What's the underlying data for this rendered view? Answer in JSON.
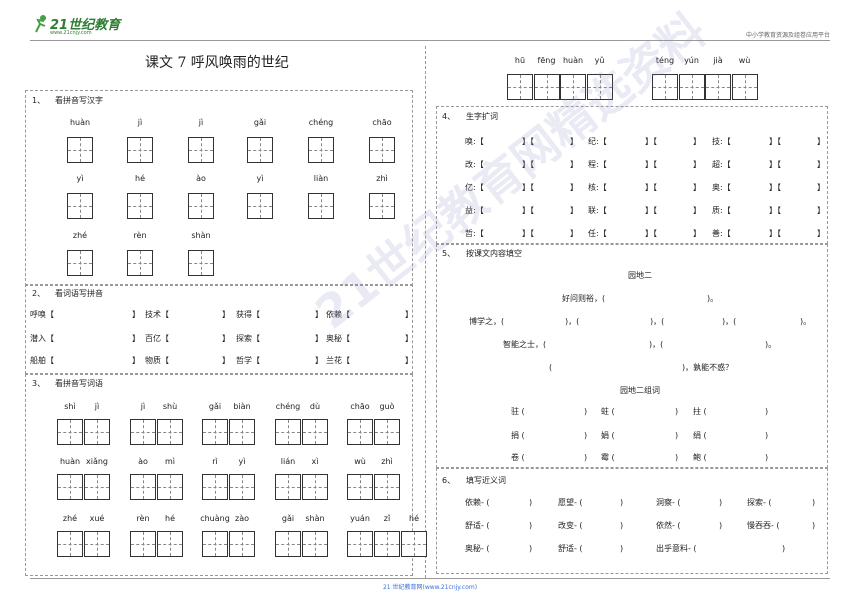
{
  "header": {
    "logo_text": "21世纪教育",
    "logo_url": "www.21cnjy.com",
    "right_text": "中小学教育资源及组卷应用平台"
  },
  "title": "课文 7  呼风唤雨的世纪",
  "s1": {
    "num": "1、",
    "heading": "看拼音写汉字",
    "pinyin": [
      [
        "huàn",
        "jì",
        "jì",
        "gǎi",
        "chéng",
        "chāo"
      ],
      [
        "yì",
        "hé",
        "ào",
        "yì",
        "liàn",
        "zhì"
      ],
      [
        "zhé",
        "rèn",
        "shàn"
      ]
    ]
  },
  "s2": {
    "num": "2、",
    "heading": "看词语写拼音",
    "rows": [
      [
        "呼唤【",
        "】",
        "技术【",
        "】",
        "获得【",
        "】",
        "依赖【",
        "】"
      ],
      [
        "潜入【",
        "】",
        "百亿【",
        "】",
        "探索【",
        "】",
        "奥秘【",
        "】"
      ],
      [
        "船舶【",
        "】",
        "物质【",
        "】",
        "哲学【",
        "】",
        "兰花【",
        "】"
      ]
    ]
  },
  "s3": {
    "num": "3、",
    "heading": "看拼音写词语",
    "pinyin": [
      [
        [
          "shì",
          "jì"
        ],
        [
          "jì",
          "shù"
        ],
        [
          "gǎi",
          "biàn"
        ],
        [
          "chéng",
          "dù"
        ],
        [
          "chāo",
          "guò"
        ]
      ],
      [
        [
          "huàn",
          "xiǎng"
        ],
        [
          "ào",
          "mì"
        ],
        [
          "rì",
          "yì"
        ],
        [
          "lián",
          "xì"
        ],
        [
          "wù",
          "zhì"
        ]
      ],
      [
        [
          "zhé",
          "xué"
        ],
        [
          "rèn",
          "hé"
        ],
        [
          "chuàng",
          "zào"
        ],
        [
          "gǎi",
          "shàn"
        ],
        [
          "yuán",
          "zǐ",
          "hé"
        ]
      ]
    ]
  },
  "top_right": {
    "pinyin": [
      [
        "hū",
        "fēng",
        "huàn",
        "yǔ"
      ],
      [
        "téng",
        "yún",
        "jià",
        "wù"
      ]
    ]
  },
  "s4": {
    "num": "4、",
    "heading": "生字扩词",
    "rows": [
      [
        "唤",
        "纪",
        "技"
      ],
      [
        "改",
        "程",
        "超"
      ],
      [
        "亿",
        "核",
        "奥"
      ],
      [
        "益",
        "联",
        "质"
      ],
      [
        "哲",
        "任",
        "善"
      ]
    ],
    "suffix": ":【",
    "mid": "】【",
    "end": "】"
  },
  "s5": {
    "num": "5、",
    "heading": "按课文内容填空",
    "sub1": "园地二",
    "line1a": "好问则裕，(",
    "line1b": ")。",
    "line2a": "博学之，(",
    "line2b": ")，(",
    "line2c": ")，(",
    "line2d": ")，(",
    "line2e": ")。",
    "line3a": "智能之士，(",
    "line3b": ")，(",
    "line3c": ")。",
    "line4a": "(",
    "line4b": ")，孰能不惑？",
    "sub2": "园地二组词",
    "groups": [
      [
        "驻 (",
        ")",
        "蛀 (",
        ")",
        "拄 (",
        ")"
      ],
      [
        "捐 (",
        ")",
        "娟 (",
        ")",
        "绢 (",
        ")"
      ],
      [
        "卷 (",
        ")",
        "霉 (",
        ")",
        "鲍 (",
        ")"
      ]
    ]
  },
  "s6": {
    "num": "6、",
    "heading": "填写近义词",
    "rows": [
      [
        "依赖- (",
        ")",
        "愿望- (",
        ")",
        "洞察- (",
        ")",
        "探索- (",
        ")"
      ],
      [
        "舒适- (",
        ")",
        "改变- (",
        ")",
        "依然- (",
        ")",
        "慢吞吞- (",
        ")"
      ],
      [
        "奥秘- (",
        ")",
        "舒适- (",
        ")",
        "出乎意料- (",
        ")"
      ]
    ]
  },
  "watermark": "21世纪教育网精选资料",
  "footer": "21 世纪教育网(www.21cnjy.com)"
}
